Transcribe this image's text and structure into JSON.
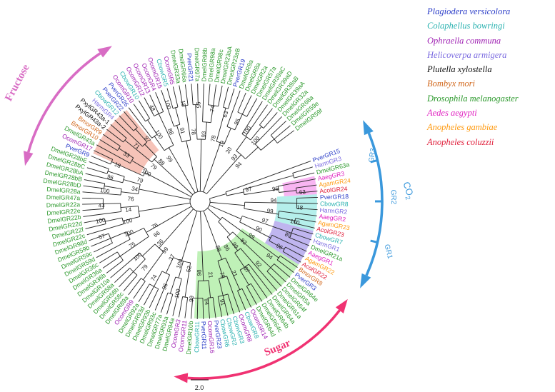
{
  "legend": {
    "items": [
      {
        "name": "Plagiodera versicolora",
        "color": "#2a3cc8"
      },
      {
        "name": "Colaphellus bowringi",
        "color": "#2bb2b0"
      },
      {
        "name": "Ophraella communa",
        "color": "#a024b4"
      },
      {
        "name": "Helicoverpa armigera",
        "color": "#7a6ae0"
      },
      {
        "name": "Plutella xylostella",
        "color": "#111111"
      },
      {
        "name": "Bombyx mori",
        "color": "#d2691e"
      },
      {
        "name": "Drosophila melanogaster",
        "color": "#2e9a2e"
      },
      {
        "name": "Aedes aegypti",
        "color": "#e020c0"
      },
      {
        "name": "Anopheles gambiae",
        "color": "#ff9a10"
      },
      {
        "name": "Anopheles coluzzii",
        "color": "#e0203c"
      }
    ]
  },
  "annotations": {
    "fructose": "Fructose",
    "sugar": "Sugar",
    "co2": "CO",
    "co2_sub": "2",
    "gr1": "GR1",
    "gr2": "GR2",
    "gr3": "GR3"
  },
  "scale_bar": {
    "label": "2.0"
  },
  "clade_colors": {
    "fructose": "#f4b8ac",
    "gr3": "#f7a8f0",
    "gr2": "#a8ece8",
    "gr1": "#b4a8ec",
    "sugar": "#b4eeaa",
    "fructose_arrow": "#d86cc4",
    "sugar_arrow": "#f03272",
    "co2_arrow": "#3a98dc"
  },
  "leaves": [
    {
      "label": "PverGR15",
      "sp": 0
    },
    {
      "label": "HarmGR3",
      "sp": 3
    },
    {
      "label": "DmelGR63a",
      "sp": 6
    },
    {
      "label": "AaegGR3",
      "sp": 7
    },
    {
      "label": "AgamGR24",
      "sp": 8
    },
    {
      "label": "AcolGR24",
      "sp": 9
    },
    {
      "label": "PverGR18",
      "sp": 0
    },
    {
      "label": "CbowGR8",
      "sp": 1
    },
    {
      "label": "HarmGR2",
      "sp": 3
    },
    {
      "label": "AaegGR2",
      "sp": 7
    },
    {
      "label": "AgamGR23",
      "sp": 8
    },
    {
      "label": "AcolGR23",
      "sp": 9
    },
    {
      "label": "CbowGR7",
      "sp": 1
    },
    {
      "label": "HarmGR1",
      "sp": 3
    },
    {
      "label": "DmelGR21a",
      "sp": 6
    },
    {
      "label": "AaegGR1",
      "sp": 7
    },
    {
      "label": "AgamGR22",
      "sp": 8
    },
    {
      "label": "AcolGR22",
      "sp": 9
    },
    {
      "label": "BmorGR8",
      "sp": 5
    },
    {
      "label": "PverGR3",
      "sp": 0
    },
    {
      "label": "DmelGR64e",
      "sp": 6
    },
    {
      "label": "DmelGR5a",
      "sp": 6
    },
    {
      "label": "DmelGR64f",
      "sp": 6
    },
    {
      "label": "DmelGR61a",
      "sp": 6
    },
    {
      "label": "DmelGR64a",
      "sp": 6
    },
    {
      "label": "DmelGR64b",
      "sp": 6
    },
    {
      "label": "DmelGR64c",
      "sp": 6
    },
    {
      "label": "DmelGR64d",
      "sp": 6
    },
    {
      "label": "OcomGR14",
      "sp": 2
    },
    {
      "label": "CbowGR8",
      "sp": 1
    },
    {
      "label": "OcomGR8",
      "sp": 2
    },
    {
      "label": "CbowGR3",
      "sp": 1
    },
    {
      "label": "CbowGR2",
      "sp": 1
    },
    {
      "label": "CbowGR6",
      "sp": 1
    },
    {
      "label": "PverGR23",
      "sp": 0
    },
    {
      "label": "OcomGR16",
      "sp": 2
    },
    {
      "label": "PverGR11",
      "sp": 0
    },
    {
      "label": "CbowGR11",
      "sp": 1
    },
    {
      "label": "DmelGR10b",
      "sp": 6
    },
    {
      "label": "OcomGR11",
      "sp": 2
    },
    {
      "label": "OcomGR3",
      "sp": 2
    },
    {
      "label": "DmelGR94a",
      "sp": 6
    },
    {
      "label": "DmelGR93a",
      "sp": 6
    },
    {
      "label": "DmelGR77a",
      "sp": 6
    },
    {
      "label": "DmelGR93c",
      "sp": 6
    },
    {
      "label": "DmelGR93b",
      "sp": 6
    },
    {
      "label": "DmelGR93d",
      "sp": 6
    },
    {
      "label": "DmelGR92a",
      "sp": 6
    },
    {
      "label": "OcomGR9",
      "sp": 2
    },
    {
      "label": "DmelGR89a",
      "sp": 6
    },
    {
      "label": "DmelGR58c",
      "sp": 6
    },
    {
      "label": "DmelGR58b",
      "sp": 6
    },
    {
      "label": "DmelGR58a",
      "sp": 6
    },
    {
      "label": "DmelGR10a",
      "sp": 6
    },
    {
      "label": "DmelGR36b",
      "sp": 6
    },
    {
      "label": "DmelGR36a",
      "sp": 6
    },
    {
      "label": "DmelGR36c",
      "sp": 6
    },
    {
      "label": "DmelGR59d",
      "sp": 6
    },
    {
      "label": "DmelGR59c",
      "sp": 6
    },
    {
      "label": "DmelGR59b",
      "sp": 6
    },
    {
      "label": "DmelGR98d",
      "sp": 6
    },
    {
      "label": "DmelGR22c",
      "sp": 6
    },
    {
      "label": "DmelGR22f",
      "sp": 6
    },
    {
      "label": "DmelGR22d",
      "sp": 6
    },
    {
      "label": "DmelGR22b",
      "sp": 6
    },
    {
      "label": "DmelGR22e",
      "sp": 6
    },
    {
      "label": "DmelGR22a",
      "sp": 6
    },
    {
      "label": "DmelGR47a",
      "sp": 6
    },
    {
      "label": "DmelGR28a",
      "sp": 6
    },
    {
      "label": "DmelGR28bD",
      "sp": 6
    },
    {
      "label": "DmelGR28bB",
      "sp": 6
    },
    {
      "label": "DmelGR28bA",
      "sp": 6
    },
    {
      "label": "DmelGR28bC",
      "sp": 6
    },
    {
      "label": "DmelGR28bE",
      "sp": 6
    },
    {
      "label": "PverGR9",
      "sp": 0
    },
    {
      "label": "OcomGR17",
      "sp": 2
    },
    {
      "label": "DmelGR43a",
      "sp": 6
    },
    {
      "label": "BmorGR10",
      "sp": 5
    },
    {
      "label": "BmorGR9",
      "sp": 5
    },
    {
      "label": "PxylGR43a-2",
      "sp": 4
    },
    {
      "label": "PxylGR43a-1",
      "sp": 4
    },
    {
      "label": "HarmGR4",
      "sp": 3
    },
    {
      "label": "CbowGR12",
      "sp": 1
    },
    {
      "label": "PverGR22",
      "sp": 0
    },
    {
      "label": "PverGR26",
      "sp": 0
    },
    {
      "label": "OcomGR10",
      "sp": 2
    },
    {
      "label": "CbowGR10",
      "sp": 1
    },
    {
      "label": "OcomGR12",
      "sp": 2
    },
    {
      "label": "OcomGR13",
      "sp": 2
    },
    {
      "label": "OcomGR4",
      "sp": 2
    },
    {
      "label": "OcomGR15",
      "sp": 2
    },
    {
      "label": "CbowGR5",
      "sp": 1
    },
    {
      "label": "OcomGR5",
      "sp": 2
    },
    {
      "label": "DmelGR33a",
      "sp": 6
    },
    {
      "label": "DmelGR66a",
      "sp": 6
    },
    {
      "label": "PverGR21",
      "sp": 0
    },
    {
      "label": "DmelGR97a",
      "sp": 6
    },
    {
      "label": "DmelGR98b",
      "sp": 6
    },
    {
      "label": "DmelGR98a",
      "sp": 6
    },
    {
      "label": "DmelGR98c",
      "sp": 6
    },
    {
      "label": "DmelGR23aA",
      "sp": 6
    },
    {
      "label": "DmelGR23aB",
      "sp": 6
    },
    {
      "label": "PverGR19",
      "sp": 0
    },
    {
      "label": "DmelGR9a",
      "sp": 6
    },
    {
      "label": "DmelGR8a",
      "sp": 6
    },
    {
      "label": "DmelGR2a",
      "sp": 6
    },
    {
      "label": "DmelGR57a",
      "sp": 6
    },
    {
      "label": "DmelGR39aC",
      "sp": 6
    },
    {
      "label": "DmelGR39aD",
      "sp": 6
    },
    {
      "label": "DmelGR39aB",
      "sp": 6
    },
    {
      "label": "DmelGR39aA",
      "sp": 6
    },
    {
      "label": "DmelGR32a",
      "sp": 6
    },
    {
      "label": "DmelGR68a",
      "sp": 6
    },
    {
      "label": "DmelGR59e",
      "sp": 6
    },
    {
      "label": "DmelGR59f",
      "sp": 6
    }
  ],
  "bootstrap": [
    {
      "label": "97"
    },
    {
      "label": "96"
    },
    {
      "label": "63"
    },
    {
      "label": "94"
    },
    {
      "label": "18"
    },
    {
      "label": "99"
    },
    {
      "label": "100"
    },
    {
      "label": "97"
    },
    {
      "label": "89"
    },
    {
      "label": "90"
    },
    {
      "label": "96"
    },
    {
      "label": "99"
    },
    {
      "label": "94"
    },
    {
      "label": "82"
    },
    {
      "label": "92"
    },
    {
      "label": "99"
    },
    {
      "label": "67"
    },
    {
      "label": "86"
    },
    {
      "label": "21"
    },
    {
      "label": "56"
    },
    {
      "label": "75"
    },
    {
      "label": "91"
    },
    {
      "label": "21"
    },
    {
      "label": "94"
    },
    {
      "label": "98"
    },
    {
      "label": "99"
    },
    {
      "label": "52"
    },
    {
      "label": "100"
    },
    {
      "label": "100"
    },
    {
      "label": "96"
    },
    {
      "label": "37"
    },
    {
      "label": "74"
    },
    {
      "label": "99"
    },
    {
      "label": "79"
    },
    {
      "label": "36"
    },
    {
      "label": "100"
    },
    {
      "label": "66"
    },
    {
      "label": "75"
    },
    {
      "label": "76"
    },
    {
      "label": "100"
    },
    {
      "label": "57"
    },
    {
      "label": "100"
    },
    {
      "label": "100"
    },
    {
      "label": "14"
    },
    {
      "label": "43"
    },
    {
      "label": "76"
    },
    {
      "label": "100"
    },
    {
      "label": "34"
    },
    {
      "label": "96"
    },
    {
      "label": "79"
    },
    {
      "label": "18"
    },
    {
      "label": "100"
    },
    {
      "label": "33"
    },
    {
      "label": "79"
    },
    {
      "label": "71"
    },
    {
      "label": "88"
    },
    {
      "label": "97"
    },
    {
      "label": "99"
    },
    {
      "label": "100"
    },
    {
      "label": "48"
    },
    {
      "label": "88"
    },
    {
      "label": "100"
    },
    {
      "label": "91"
    },
    {
      "label": "18"
    },
    {
      "label": "78"
    },
    {
      "label": "95"
    },
    {
      "label": "93"
    },
    {
      "label": "74"
    },
    {
      "label": "78"
    },
    {
      "label": "63"
    },
    {
      "label": "19"
    },
    {
      "label": "95"
    },
    {
      "label": "20"
    },
    {
      "label": "100"
    },
    {
      "label": "93"
    },
    {
      "label": "100"
    },
    {
      "label": "94"
    }
  ]
}
